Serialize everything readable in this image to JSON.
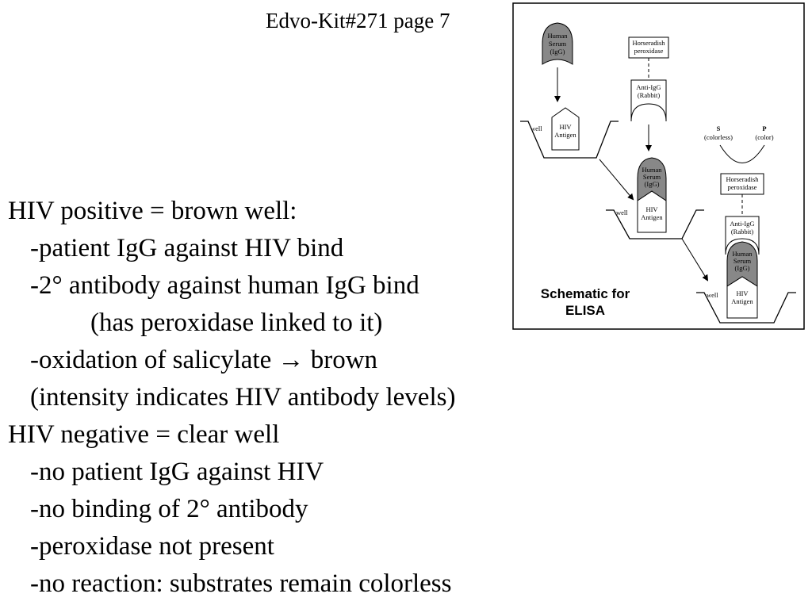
{
  "header": "Edvo-Kit#271 page 7",
  "lines": [
    "HIV positive  = brown well:",
    "-patient IgG against HIV bind",
    "-2°  antibody against human IgG bind",
    "(has peroxidase linked to it)",
    "-oxidation of salicylate → brown",
    "(intensity indicates HIV antibody levels)",
    "HIV negative = clear well",
    "-no patient IgG against HIV",
    "-no binding of 2°   antibody",
    "-peroxidase not present",
    "-no reaction: substrates remain colorless"
  ],
  "figure": {
    "title_line1": "Schematic for",
    "title_line2": "ELISA",
    "human_serum_1": "Human",
    "human_serum_2": "Serum",
    "human_serum_3": "(IgG)",
    "hrp_1": "Horseradish",
    "hrp_2": "peroxidase",
    "anti_igg_1": "Anti-IgG",
    "anti_igg_2": "(Rabbit)",
    "well": "well",
    "hiv_1": "HIV",
    "hiv_2": "Antigen",
    "s_letter": "S",
    "p_letter": "P",
    "s_desc": "(colorless)",
    "p_desc": "(color)"
  }
}
